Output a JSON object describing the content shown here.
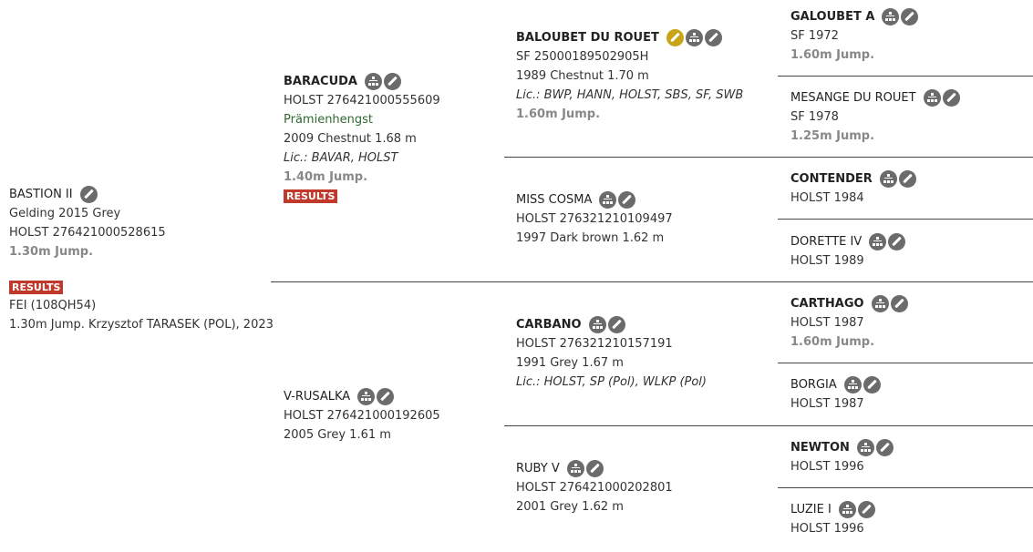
{
  "subject": {
    "name": "BASTION II",
    "line1": "Gelding 2015 Grey",
    "line2": "HOLST 276421000528615",
    "jump": "1.30m Jump.",
    "results_label": "RESULTS",
    "fei": "FEI (108QH54)",
    "result_text": "1.30m Jump. Krzysztof TARASEK (POL), 2023"
  },
  "sire": {
    "name": "BARACUDA",
    "reg": "HOLST 276421000555609",
    "title": "Prämienhengst",
    "details": "2009 Chestnut 1.68 m",
    "lic": "Lic.: BAVAR, HOLST",
    "jump": "1.40m Jump.",
    "results_label": "RESULTS"
  },
  "dam": {
    "name": "V-RUSALKA",
    "reg": "HOLST 276421000192605",
    "details": "2005 Grey 1.61 m"
  },
  "sire_sire": {
    "name": "BALOUBET DU ROUET",
    "reg": "SF 25000189502905H",
    "details": "1989 Chestnut 1.70 m",
    "lic": "Lic.: BWP, HANN, HOLST, SBS, SF, SWB",
    "jump": "1.60m Jump."
  },
  "sire_dam": {
    "name": "MISS COSMA",
    "reg": "HOLST 276321210109497",
    "details": "1997 Dark brown 1.62 m"
  },
  "dam_sire": {
    "name": "CARBANO",
    "reg": "HOLST 276321210157191",
    "details": "1991 Grey 1.67 m",
    "lic": "Lic.: HOLST, SP (Pol), WLKP (Pol)"
  },
  "dam_dam": {
    "name": "RUBY V",
    "reg": "HOLST 276421000202801",
    "details": "2001 Grey 1.62 m"
  },
  "gen3": [
    {
      "name": "GALOUBET A",
      "reg": "SF 1972",
      "jump": "1.60m Jump."
    },
    {
      "name": "MESANGE DU ROUET",
      "reg": "SF 1978",
      "jump": "1.25m Jump."
    },
    {
      "name": "CONTENDER",
      "reg": "HOLST 1984"
    },
    {
      "name": "DORETTE IV",
      "reg": "HOLST 1989"
    },
    {
      "name": "CARTHAGO",
      "reg": "HOLST 1987",
      "jump": "1.60m Jump."
    },
    {
      "name": "BORGIA",
      "reg": "HOLST 1987"
    },
    {
      "name": "NEWTON",
      "reg": "HOLST 1996"
    },
    {
      "name": "LUZIE I",
      "reg": "HOLST 1996"
    }
  ],
  "icons": {
    "pedigree": "pedigree-tree-icon",
    "edit": "pencil-icon",
    "key": "key-icon"
  },
  "colors": {
    "results_badge": "#c0392b",
    "premium_title": "#2e6b2e",
    "icon_gray": "#6b6b6b",
    "icon_gold": "#c8a417"
  }
}
